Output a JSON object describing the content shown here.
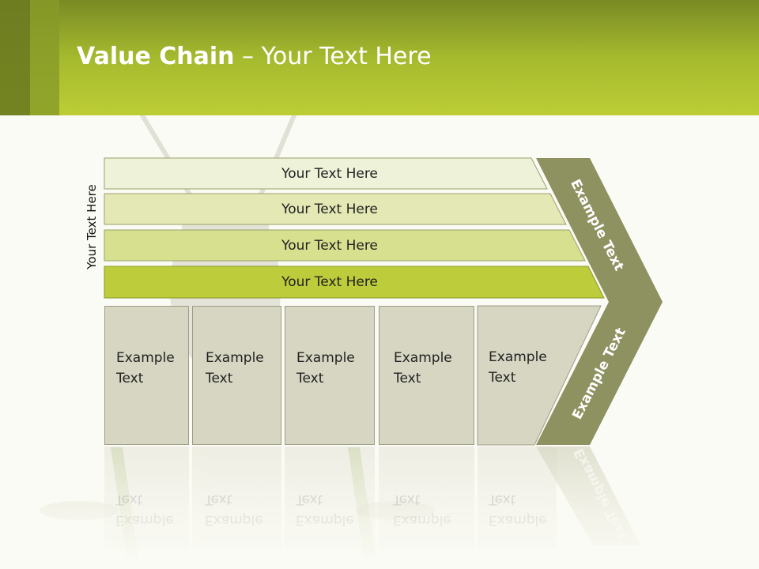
{
  "title": {
    "bold": "Value Chain",
    "rest": " – Your Text Here"
  },
  "side_label": "Your Text Here",
  "bars": [
    {
      "label": "Your Text Here",
      "color": "#eef2d8"
    },
    {
      "label": "Your Text Here",
      "color": "#e3e8b5"
    },
    {
      "label": "Your Text Here",
      "color": "#d7e08e"
    },
    {
      "label": "Your Text Here",
      "color": "#bccc3a"
    }
  ],
  "boxes": [
    {
      "line1": "Example",
      "line2": "Text"
    },
    {
      "line1": "Example",
      "line2": "Text"
    },
    {
      "line1": "Example",
      "line2": "Text"
    },
    {
      "line1": "Example",
      "line2": "Text"
    },
    {
      "line1": "Example",
      "line2": "Text"
    }
  ],
  "chevron": {
    "top_label": "Example Text",
    "bottom_label": "Example Text",
    "color": "#8e9160"
  },
  "colors": {
    "header": "#a5ba2e",
    "box": "#d6d6c2",
    "background": "#fbfbf5"
  }
}
